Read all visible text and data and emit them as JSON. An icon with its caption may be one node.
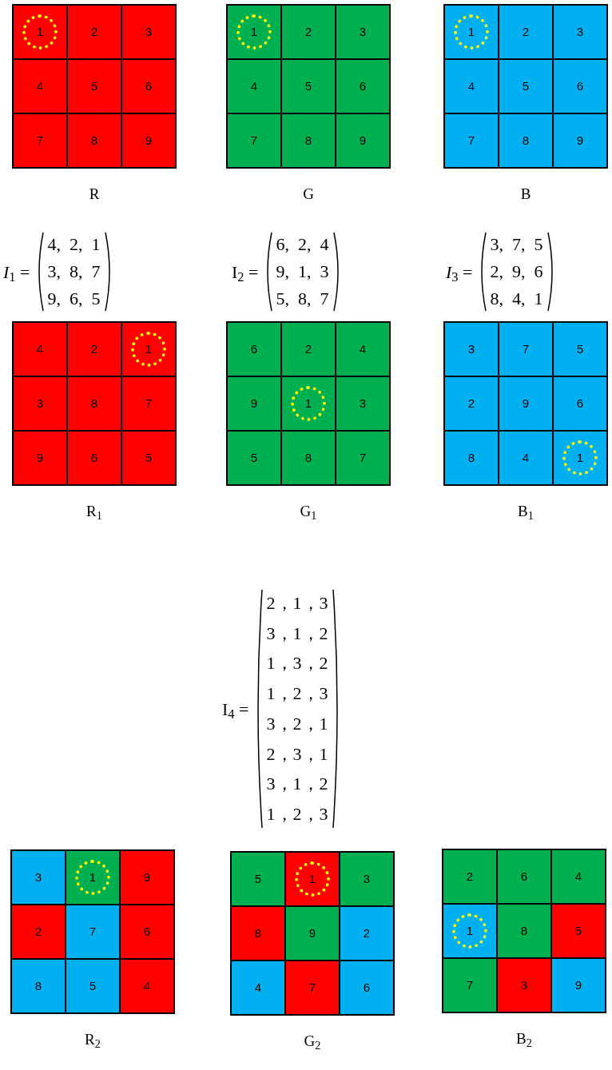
{
  "diagram": {
    "nodes": [
      {
        "text": [
          "R"
        ]
      },
      {
        "text": [],
        "shape": "box",
        "in": 0
      },
      {
        "text": [
          "1"
        ],
        "in": 1
      },
      {
        "text": [
          "2"
        ],
        "in": 0
      },
      {
        "text": [
          "3"
        ],
        "in": 0
      },
      {
        "text": [
          "4"
        ],
        "in": 0
      },
      {
        "text": [
          "5"
        ],
        "in": 0
      },
      {
        "text": [
          "6"
        ],
        "in": 0
      },
      {
        "text": [
          "7"
        ],
        "in": 0
      },
      {
        "text": [
          "8"
        ],
        "in": 0
      },
      {
        "text": [
          "9"
        ],
        "in": 0
      },
      {
        "text": [
          "G"
        ]
      },
      {
        "text": [],
        "shape": "box",
        "in": 11
      },
      {
        "text": [
          "1"
        ],
        "in": 12
      },
      {
        "text": [
          "2"
        ],
        "in": 11
      },
      {
        "text": [
          "3"
        ],
        "in": 11
      },
      {
        "text": [
          "4"
        ],
        "in": 11
      },
      {
        "text": [
          "5"
        ],
        "in": 11
      },
      {
        "text": [
          "6"
        ],
        "in": 11
      },
      {
        "text": [
          "7"
        ],
        "in": 11
      },
      {
        "text": [
          "8"
        ],
        "in": 11
      },
      {
        "text": [
          "9"
        ],
        "in": 11
      },
      {
        "text": [
          "B"
        ]
      },
      {
        "text": [],
        "shape": "box",
        "in": 22
      },
      {
        "text": [
          "1"
        ],
        "in": 23
      },
      {
        "text": [
          "2"
        ],
        "in": 22
      },
      {
        "text": [
          "3"
        ],
        "in": 22
      },
      {
        "text": [
          "4"
        ],
        "in": 22
      },
      {
        "text": [
          "5"
        ],
        "in": 22
      },
      {
        "text": [
          "6"
        ],
        "in": 22
      },
      {
        "text": [
          "7"
        ],
        "in": 22
      },
      {
        "text": [
          "8"
        ],
        "in": 22
      },
      {
        "text": [
          "9"
        ],
        "in": 22
      },
      {
        "text": [
          "R$_{1}$"
        ]
      },
      {
        "text": [
          "4"
        ],
        "in": 33
      },
      {
        "text": [
          "2"
        ],
        "in": 33
      },
      {
        "text": [],
        "shape": "box",
        "in": 33
      },
      {
        "text": [
          "1"
        ],
        "in": 36
      },
      {
        "text": [
          "3"
        ],
        "in": 33
      },
      {
        "text": [
          "8"
        ],
        "in": 33
      },
      {
        "text": [
          "7"
        ],
        "in": 33
      },
      {
        "text": [
          "9"
        ],
        "in": 33
      },
      {
        "text": [
          "6"
        ],
        "in": 33
      },
      {
        "text": [
          "5"
        ],
        "in": 33
      },
      {
        "text": [
          "G$_{1}$"
        ]
      },
      {
        "text": [
          "6"
        ],
        "in": 44
      },
      {
        "text": [
          "2"
        ],
        "in": 44
      },
      {
        "text": [
          "4"
        ],
        "in": 44
      },
      {
        "text": [
          "9"
        ],
        "in": 44
      },
      {
        "text": [],
        "shape": "box",
        "in": 44
      },
      {
        "text": [
          "1"
        ],
        "in": 49
      },
      {
        "text": [
          "3"
        ],
        "in": 44
      },
      {
        "text": [
          "5"
        ],
        "in": 44
      },
      {
        "text": [
          "8"
        ],
        "in": 44
      },
      {
        "text": [
          "7"
        ],
        "in": 44
      },
      {
        "text": [
          "B$_{1}$"
        ]
      },
      {
        "text": [
          "3"
        ],
        "in": 55
      },
      {
        "text": [
          "7"
        ],
        "in": 55
      },
      {
        "text": [
          "5"
        ],
        "in": 55
      },
      {
        "text": [
          "2"
        ],
        "in": 55
      },
      {
        "text": [
          "9"
        ],
        "in": 55
      },
      {
        "text": [
          "6"
        ],
        "in": 55
      },
      {
        "text": [
          "8"
        ],
        "in": 55
      },
      {
        "text": [
          "4"
        ],
        "in": 55
      },
      {
        "text": [],
        "shape": "box",
        "in": 55
      },
      {
        "text": [
          "1"
        ],
        "in": 64
      },
      {
        "text": [
          "R$_{2}$"
        ]
      },
      {
        "text": [
          "3"
        ],
        "in": 66
      },
      {
        "text": [],
        "shape": "box",
        "in": 66
      },
      {
        "text": [
          "1"
        ],
        "in": 68
      },
      {
        "text": [
          "9"
        ],
        "in": 66
      },
      {
        "text": [
          "2"
        ],
        "in": 66
      },
      {
        "text": [
          "7"
        ],
        "in": 66
      },
      {
        "text": [
          "6"
        ],
        "in": 66
      },
      {
        "text": [
          "8"
        ],
        "in": 66
      },
      {
        "text": [
          "5"
        ],
        "in": 66
      },
      {
        "text": [
          "4"
        ],
        "in": 66
      },
      {
        "text": [
          "G$_{2}$"
        ]
      },
      {
        "text": [
          "5"
        ],
        "in": 77
      },
      {
        "text": [],
        "shape": "box",
        "in": 77
      },
      {
        "text": [
          "1"
        ],
        "in": 79
      },
      {
        "text": [
          "3"
        ],
        "in": 77
      },
      {
        "text": [
          "8"
        ],
        "in": 77
      },
      {
        "text": [
          "9"
        ],
        "in": 77
      },
      {
        "text": [
          "2"
        ],
        "in": 77
      },
      {
        "text": [
          "4"
        ],
        "in": 77
      },
      {
        "text": [
          "7"
        ],
        "in": 77
      },
      {
        "text": [
          "6"
        ],
        "in": 77
      },
      {
        "text": [
          "B$_{2}$"
        ]
      },
      {
        "text": [
          "2"
        ],
        "in": 88
      },
      {
        "text": [
          "6"
        ],
        "in": 88
      },
      {
        "text": [
          "4"
        ],
        "in": 88
      },
      {
        "text": [],
        "shape": "box",
        "in": 88
      },
      {
        "text": [
          "1"
        ],
        "in": 92
      },
      {
        "text": [
          "8"
        ],
        "in": 88
      },
      {
        "text": [
          "5"
        ],
        "in": 88
      },
      {
        "text": [
          "7"
        ],
        "in": 88
      },
      {
        "text": [
          "3"
        ],
        "in": 88
      },
      {
        "text": [
          "9"
        ],
        "in": 88
      }
    ],
    "labels": [
      "*I*$_{1}$ =",
      "4,  2,  1",
      "3,  8,  7",
      "9,  6,  5",
      "I$_{2}$ =",
      "6,  2,  4",
      "9,  1,  3",
      "5,  8,  7",
      "*I*$_{3}$ =",
      "3,  7,  5",
      "2,  9,  6",
      "8,  4,  1",
      "I$_{4}$ =",
      "2，1，3",
      "3，1，2",
      "1，3，2",
      "1，2，3",
      "3，2，1",
      "2，3，1",
      "3，1，2",
      "1，2，3"
    ]
  }
}
